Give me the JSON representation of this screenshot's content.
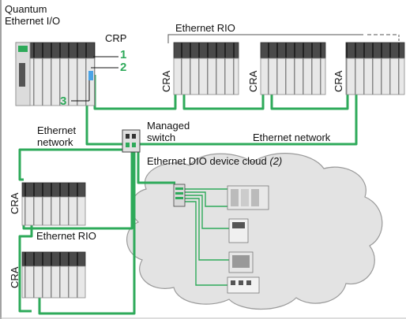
{
  "labels": {
    "quantum_line1": "Quantum",
    "quantum_line2": "Ethernet I/O",
    "crp": "CRP",
    "ethernet_rio_top": "Ethernet RIO",
    "ethernet_rio_left": "Ethernet RIO",
    "cra": "CRA",
    "callout_1": "1",
    "callout_2": "2",
    "callout_3": "3",
    "ethernet_network_left_line1": "Ethernet",
    "ethernet_network_left_line2": "network",
    "managed_switch_line1": "Managed",
    "managed_switch_line2": "switch",
    "ethernet_network_right": "Ethernet network",
    "dio_cloud": "Ethernet DIO device cloud",
    "dio_cloud_note": "(2)"
  },
  "colors": {
    "cable": "#2eaa5a",
    "rack_dark": "#4a4a4a",
    "rack_light": "#e6e6e6",
    "cloud_fill": "#e3e3e3",
    "cloud_stroke": "#9a9a9a",
    "callout": "#2eaa5a"
  }
}
